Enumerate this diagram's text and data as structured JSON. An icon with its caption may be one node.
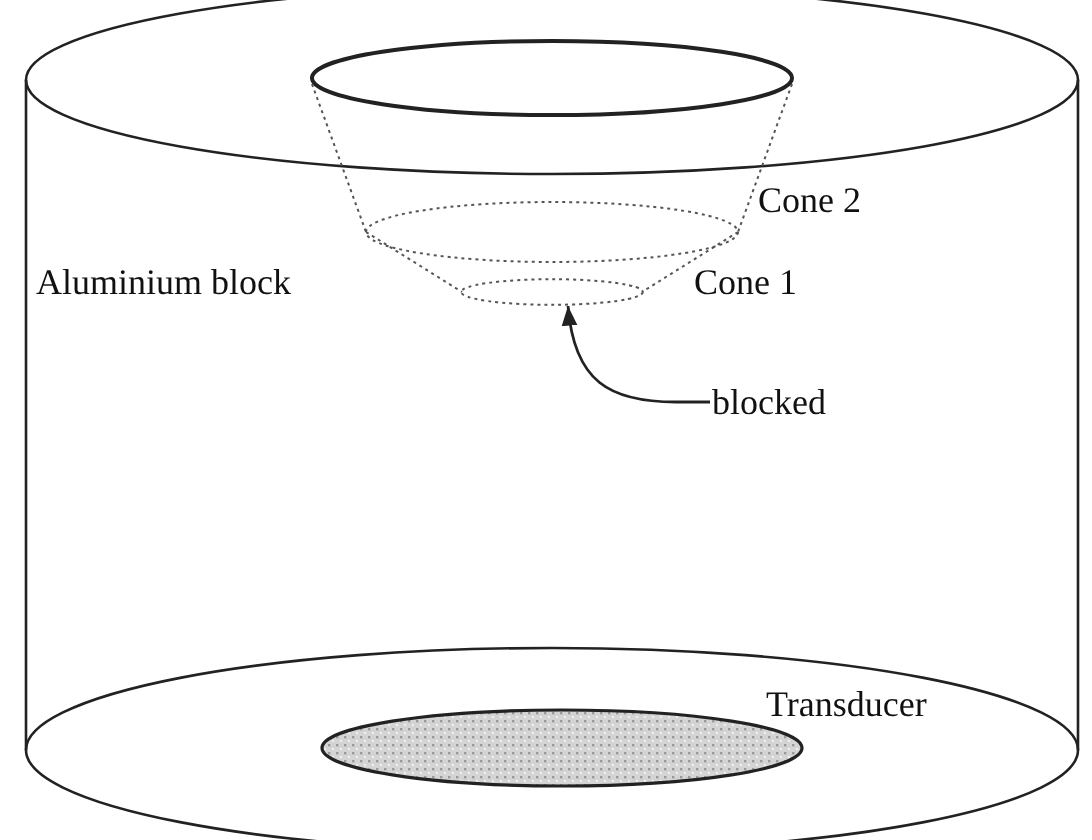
{
  "diagram": {
    "nodes": [
      {
        "text": [
          "blocked"
        ]
      },
      {
        "text": [],
        "shape": "ellipse"
      }
    ],
    "edges": [
      {
        "from": 0,
        "to": 1,
        "arrow": "to"
      }
    ],
    "labels": [
      "Cone 2",
      "Aluminium block",
      "Cone 1",
      "Transducer"
    ]
  }
}
